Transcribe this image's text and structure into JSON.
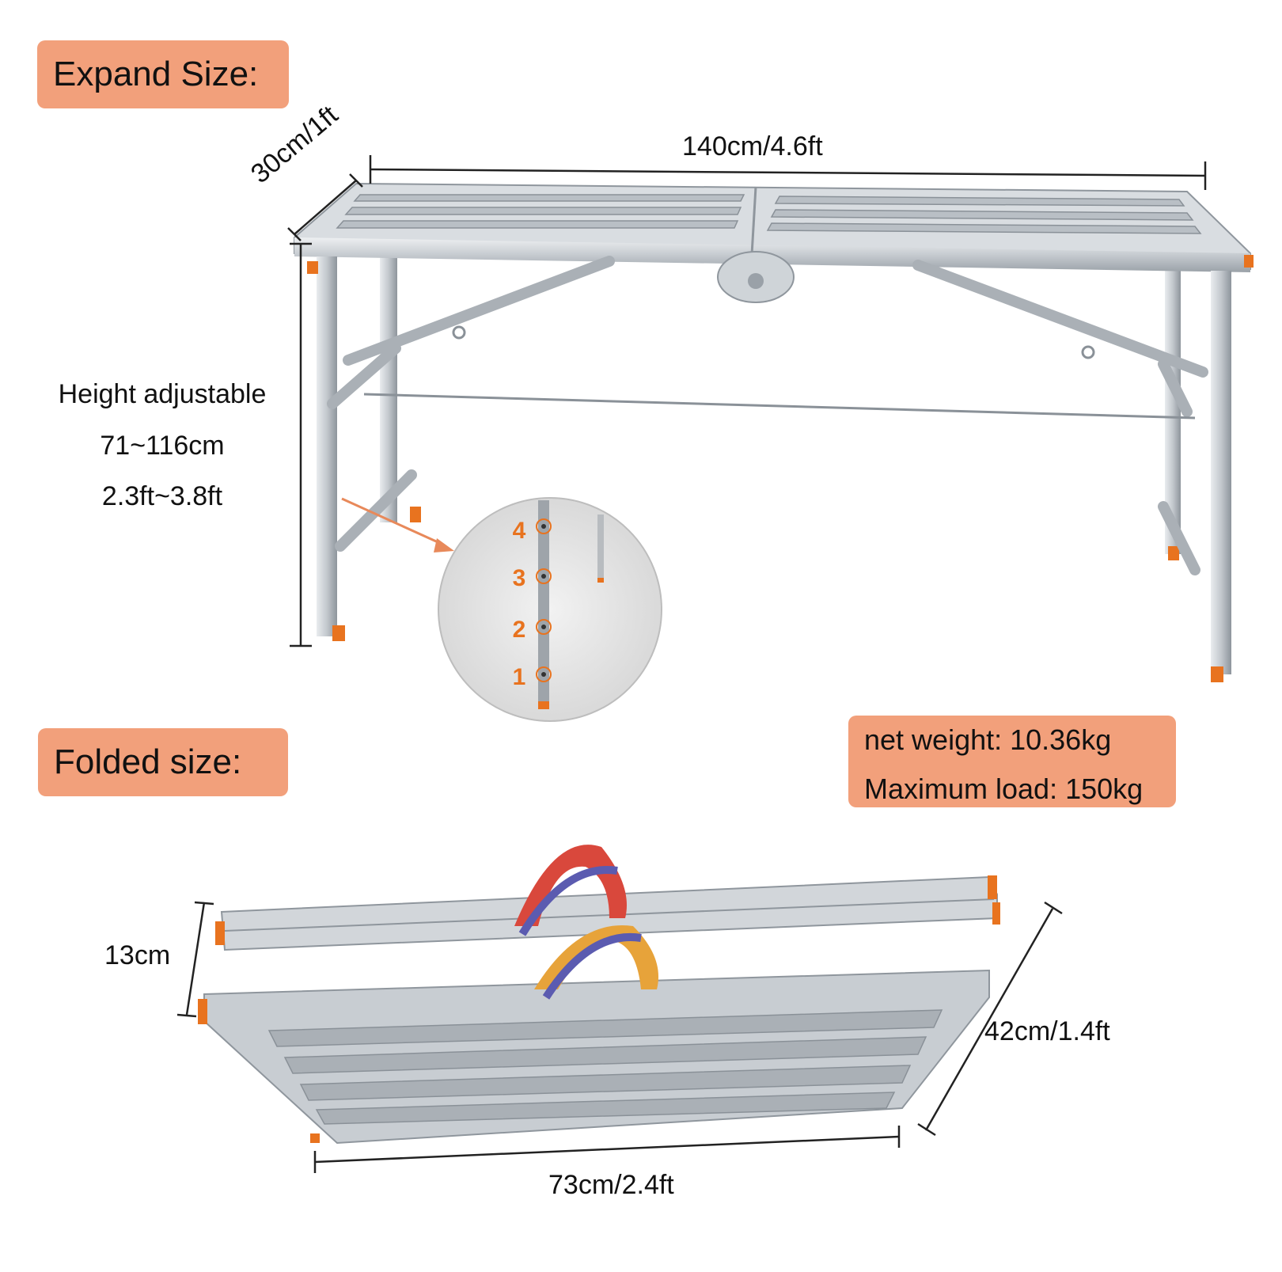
{
  "sections": {
    "expand_label": "Expand Size:",
    "folded_label": "Folded size:"
  },
  "expanded": {
    "length": "140cm/4.6ft",
    "width": "30cm/1ft",
    "height_title": "Height adjustable",
    "height_cm": "71~116cm",
    "height_ft": "2.3ft~3.8ft",
    "height_positions": [
      "4",
      "3",
      "2",
      "1"
    ]
  },
  "folded": {
    "thickness": "13cm",
    "depth": "42cm/1.4ft",
    "length": "73cm/2.4ft"
  },
  "specs": {
    "net_weight": "net weight: 10.36kg",
    "max_load": "Maximum load: 150kg"
  },
  "colors": {
    "label_bg": "#f2a07b",
    "accent_orange": "#e8731f",
    "metal": "#c9ced3"
  }
}
